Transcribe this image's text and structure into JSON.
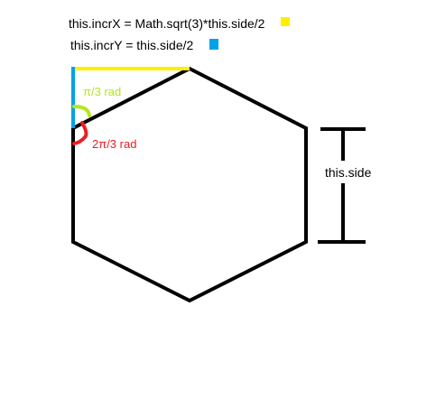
{
  "legend": {
    "incr_x": {
      "text": "this.incrX = Math.sqrt(3)*this.side/2",
      "color": "#ffee00"
    },
    "incr_y": {
      "text": "this.incrY = this.side/2",
      "color": "#00a2e8"
    }
  },
  "angles": {
    "small": {
      "text": "π/3 rad",
      "color": "#b5e61d"
    },
    "large": {
      "text": "2π/3 rad",
      "color": "#ed1c24"
    }
  },
  "dimension": {
    "text": "this.side"
  },
  "colors": {
    "outline": "#000000",
    "background": "#ffffff"
  }
}
